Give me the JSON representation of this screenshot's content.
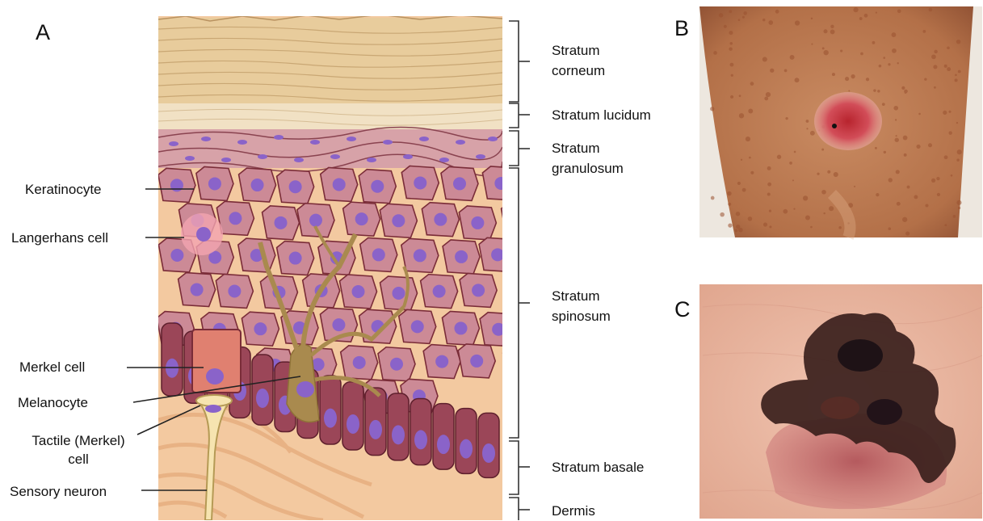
{
  "panels": {
    "a": "A",
    "b": "B",
    "c": "C"
  },
  "cell_labels": {
    "keratinocyte": "Keratinocyte",
    "langerhans": "Langerhans cell",
    "merkel": "Merkel cell",
    "melanocyte": "Melanocyte",
    "tactile_line1": "Tactile (Merkel)",
    "tactile_line2": "cell",
    "sensory_neuron": "Sensory neuron"
  },
  "layer_labels": {
    "corneum_line1": "Stratum",
    "corneum_line2": "corneum",
    "lucidum": "Stratum lucidum",
    "granulosum_line1": "Stratum",
    "granulosum_line2": "granulosum",
    "spinosum_line1": "Stratum",
    "spinosum_line2": "spinosum",
    "basale": "Stratum basale",
    "dermis": "Dermis"
  },
  "colors": {
    "corneum": "#e8cc9c",
    "lucidum": "#f1e1c4",
    "granulosum": "#d7a2a8",
    "spinosum_cell": "#cc8a96",
    "nucleus": "#8a63c9",
    "basale_cell": "#9b4658",
    "melanocyte": "#a98a4e",
    "merkel": "#e08070",
    "dermis": "#f3c9a0",
    "skin_b": "#b8754f",
    "lesion_b": "#d2454f",
    "skin_c": "#e9b7a4",
    "lesion_c": "#3a1f1c"
  }
}
